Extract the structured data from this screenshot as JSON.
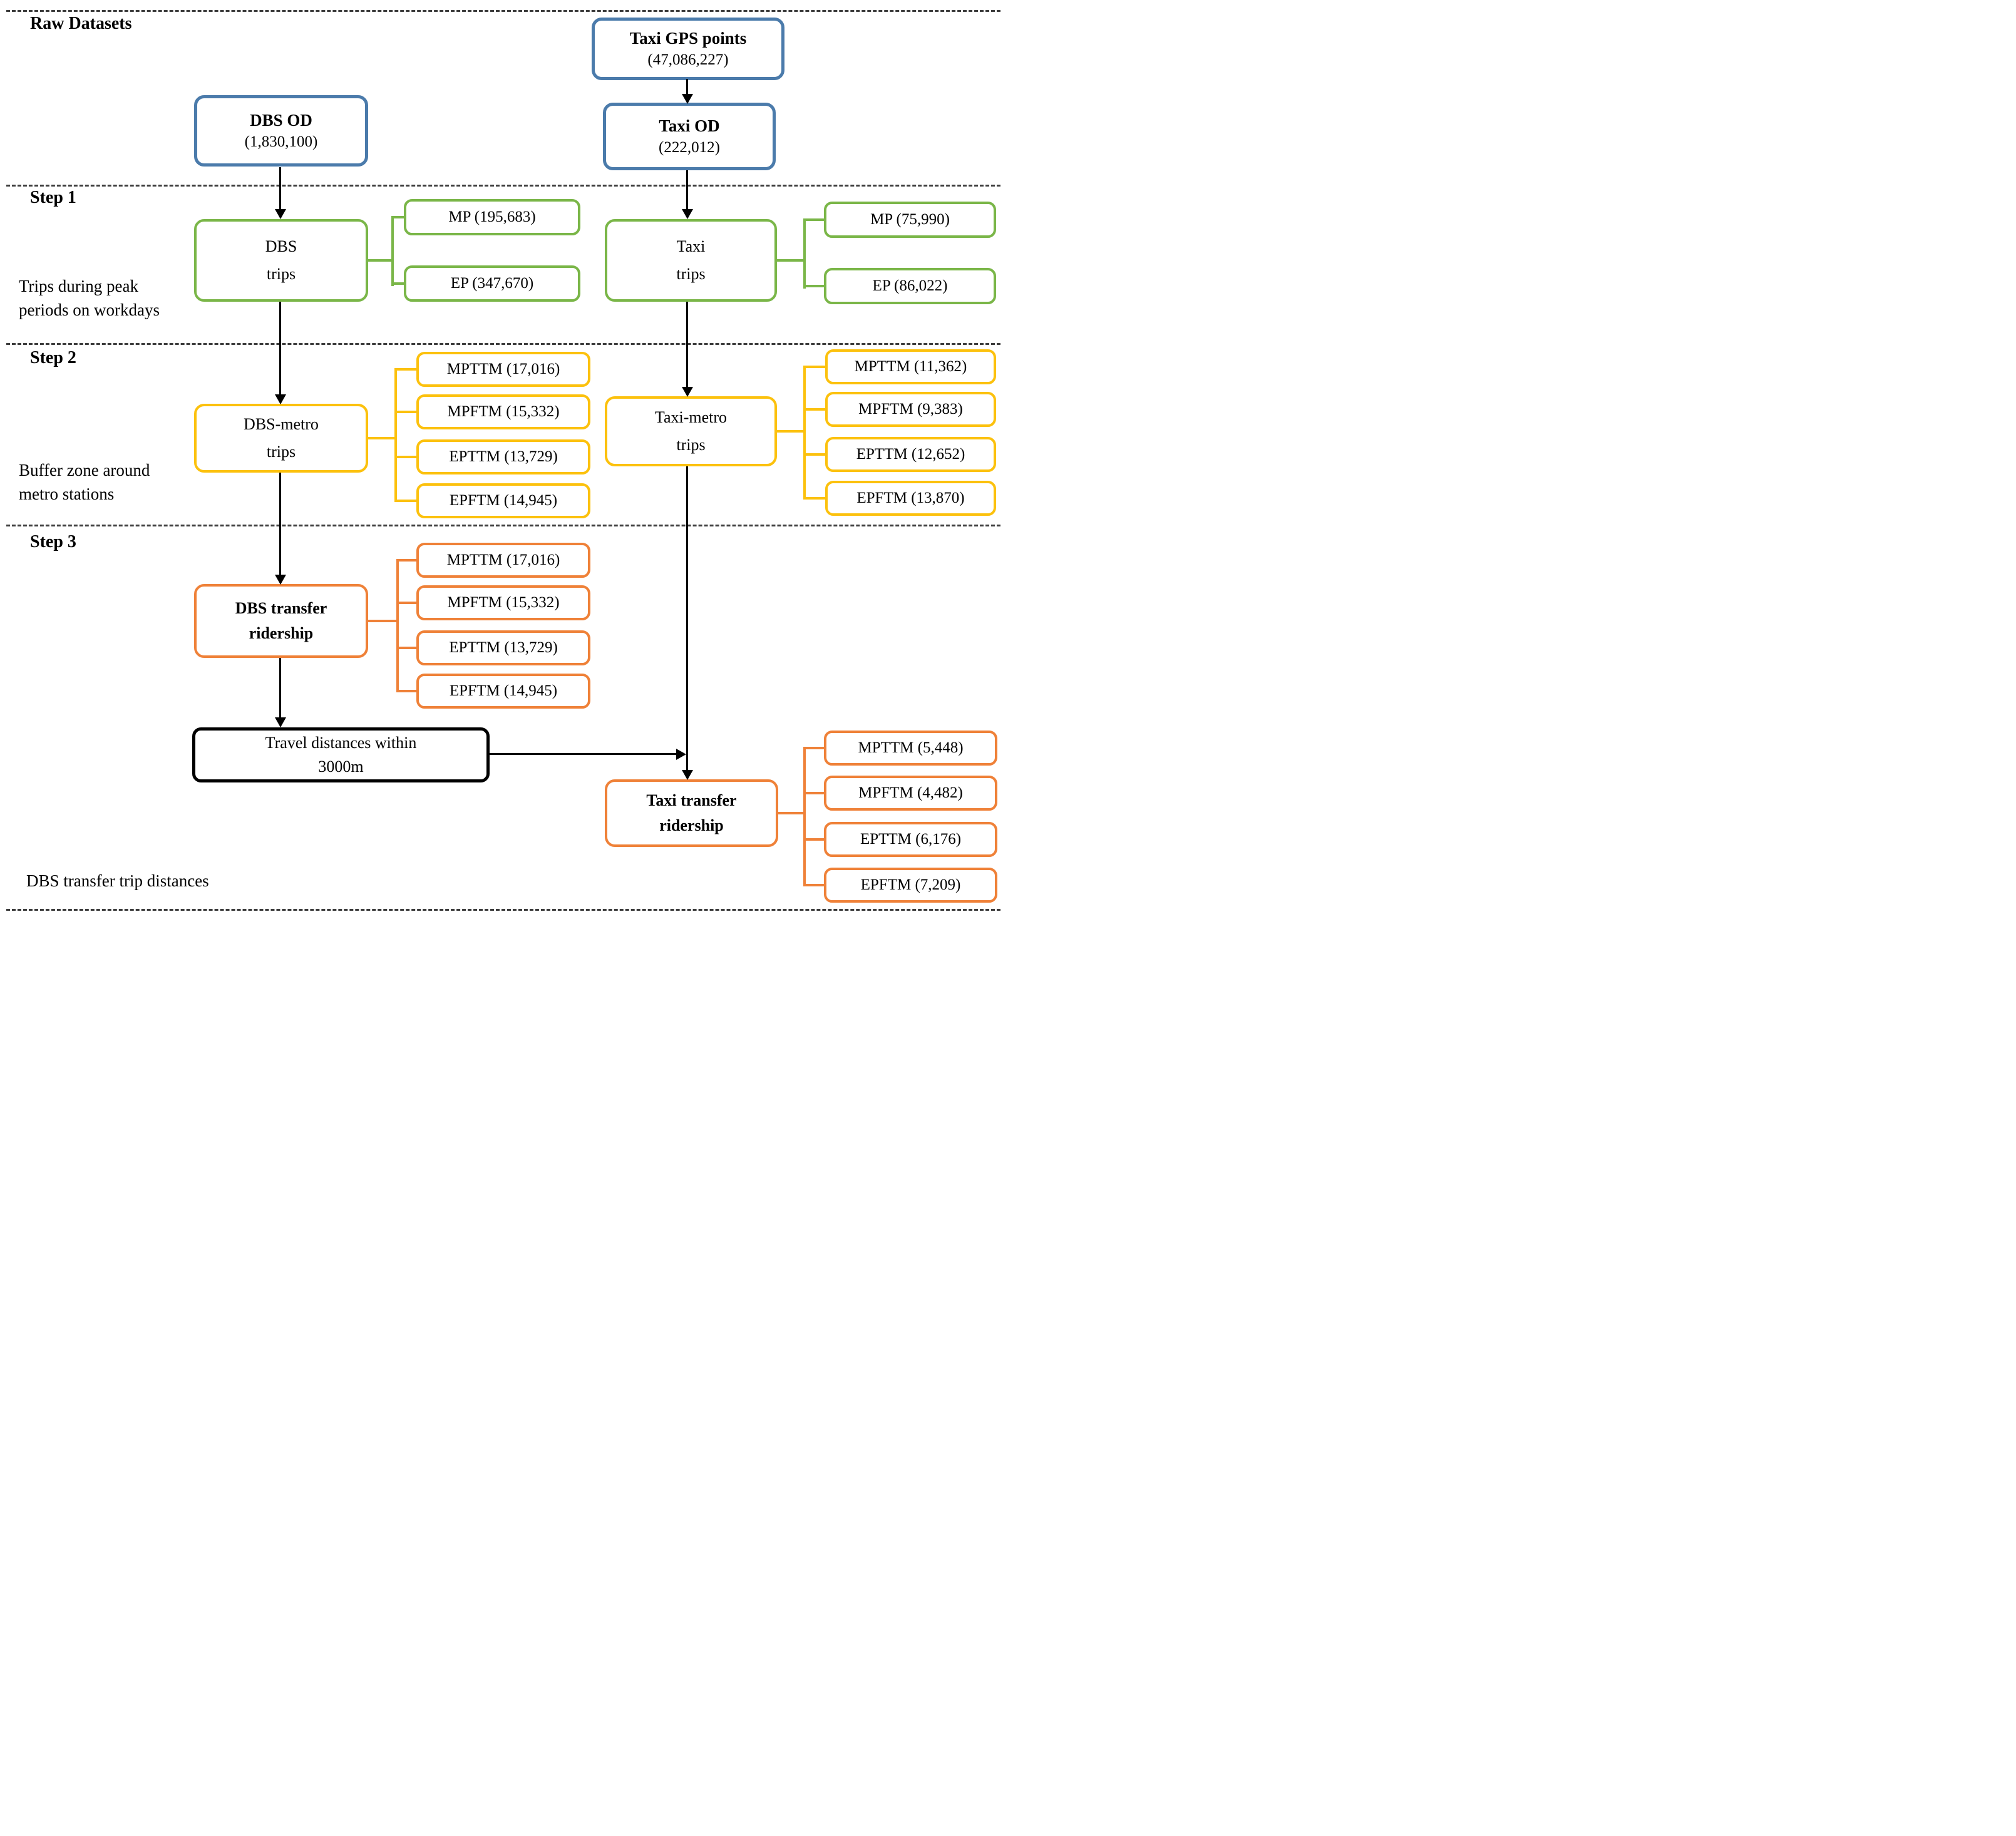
{
  "colors": {
    "blue": "#4b7bab",
    "green": "#7ab648",
    "yellow": "#fcc10d",
    "orange": "#ef8138",
    "black": "#000000"
  },
  "sections": {
    "raw_datasets": "Raw Datasets",
    "step1": "Step 1",
    "step2": "Step 2",
    "step3": "Step 3"
  },
  "annotations": {
    "step1_note_line1": "Trips during peak",
    "step1_note_line2": "periods on workdays",
    "step2_note_line1": "Buffer zone around",
    "step2_note_line2": "metro stations",
    "bottom_note": "DBS transfer  trip distances"
  },
  "nodes": {
    "taxi_gps": {
      "title": "Taxi GPS points",
      "value": "(47,086,227)"
    },
    "dbs_od": {
      "title": "DBS OD",
      "value": "(1,830,100)"
    },
    "taxi_od": {
      "title": "Taxi OD",
      "value": "(222,012)"
    },
    "dbs_trips": {
      "line1": "DBS",
      "line2": "trips"
    },
    "taxi_trips": {
      "line1": "Taxi",
      "line2": "trips"
    },
    "dbs_metro_trips": {
      "line1": "DBS-metro",
      "line2": "trips"
    },
    "taxi_metro_trips": {
      "line1": "Taxi-metro",
      "line2": "trips"
    },
    "dbs_transfer_ridership": {
      "line1": "DBS transfer",
      "line2": "ridership"
    },
    "taxi_transfer_ridership": {
      "line1": "Taxi transfer",
      "line2": "ridership"
    },
    "travel_distances": {
      "line1": "Travel distances within",
      "line2": "3000m"
    }
  },
  "leaves": {
    "dbs_trips_split": [
      "MP (195,683)",
      "EP (347,670)"
    ],
    "taxi_trips_split": [
      "MP (75,990)",
      "EP (86,022)"
    ],
    "dbs_metro_split": [
      "MPTTM (17,016)",
      "MPFTM (15,332)",
      "EPTTM (13,729)",
      "EPFTM (14,945)"
    ],
    "taxi_metro_split": [
      "MPTTM (11,362)",
      "MPFTM (9,383)",
      "EPTTM (12,652)",
      "EPFTM (13,870)"
    ],
    "dbs_transfer_split": [
      "MPTTM (17,016)",
      "MPFTM (15,332)",
      "EPTTM (13,729)",
      "EPFTM (14,945)"
    ],
    "taxi_transfer_split": [
      "MPTTM (5,448)",
      "MPFTM (4,482)",
      "EPTTM (6,176)",
      "EPFTM (7,209)"
    ]
  }
}
